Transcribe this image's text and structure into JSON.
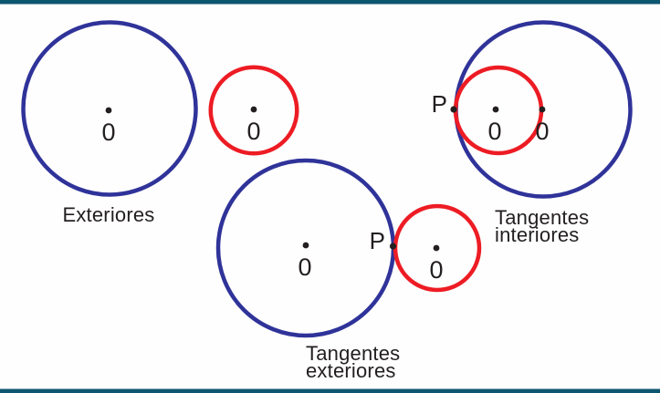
{
  "figure": {
    "description_labels_language": "es"
  },
  "colors": {
    "large_circle": "#2f3399",
    "small_circle": "#ed1c24",
    "text": "#231f20",
    "point": "#231f20",
    "border_bar": "#0d5670",
    "background": "#fefefe"
  },
  "panels": [
    {
      "id": "exteriores",
      "caption": "Exteriores",
      "large_center_label": "0",
      "small_center_label": "0"
    },
    {
      "id": "tangentes-exteriores",
      "caption_line1": "Tangentes",
      "caption_line2": "exteriores",
      "large_center_label": "0",
      "small_center_label": "0",
      "tangent_point_label": "P"
    },
    {
      "id": "tangentes-interiores",
      "caption_line1": "Tangentes",
      "caption_line2": "interiores",
      "large_center_label": "0",
      "small_center_label": "0",
      "tangent_point_label": "P"
    }
  ]
}
